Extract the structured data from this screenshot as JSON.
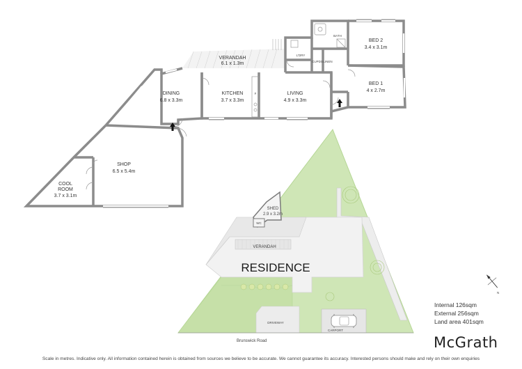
{
  "rooms": {
    "verandah_top": {
      "name": "VERANDAH",
      "dim": "6.1 x 1.3m"
    },
    "bath": {
      "name": "BATH"
    },
    "bed2": {
      "name": "BED 2",
      "dim": "3.4 x 3.1m"
    },
    "bed1": {
      "name": "BED 1",
      "dim": "4 x 2.7m"
    },
    "laundry": {
      "name": "L'DRY"
    },
    "cpds": {
      "name": "CUPDS"
    },
    "linen": {
      "name": "LINEN"
    },
    "dining": {
      "name": "DINING",
      "dim": "6.8 x 3.3m"
    },
    "kitchen": {
      "name": "KITCHEN",
      "dim": "3.7 x 3.3m"
    },
    "fridge": {
      "name": "F"
    },
    "living": {
      "name": "LIVING",
      "dim": "4.9 x 3.3m"
    },
    "shop": {
      "name": "SHOP",
      "dim": "6.5 x 5.4m"
    },
    "cool_room": {
      "name1": "COOL",
      "name2": "ROOM",
      "dim": "3.7 x 3.1m"
    }
  },
  "site": {
    "shed": {
      "name": "SHED",
      "dim": "2.9 x 3.2m"
    },
    "wc": "WC",
    "verandah": "VERANDAH",
    "residence": "RESIDENCE",
    "driveway": "DRIVEWAY",
    "carport": "CARPORT",
    "road": "Brunswick Road",
    "north": "N"
  },
  "areas": {
    "internal": "Internal 126sqm",
    "external": "External 256sqm",
    "land": "Land area 401sqm"
  },
  "brand": "McGrath",
  "disclaimer": "Scale in metres. Indicative only. All information contained herein is obtained from sources we believe to be accurate. We cannot guarantee its accuracy. Interested persons should make and rely on their own enquiries",
  "colors": {
    "wall": "#8c8c8c",
    "lawn": "#cfe6b6",
    "lawn_edge": "#b5d695",
    "paving": "#ececec",
    "residence": "#f2f2f2"
  }
}
